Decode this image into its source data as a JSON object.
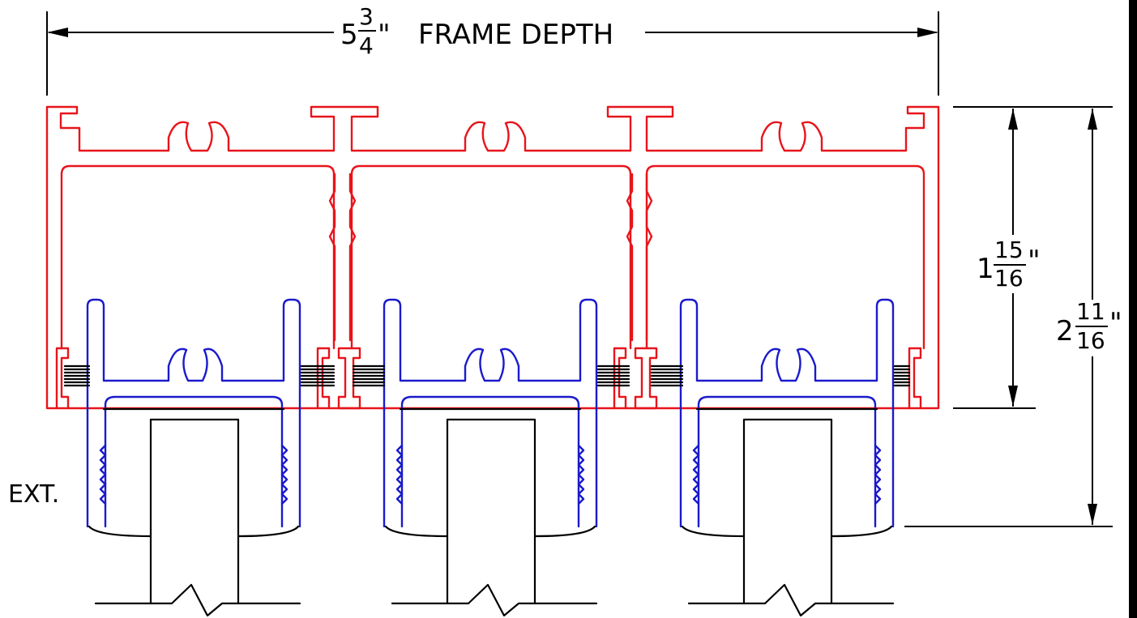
{
  "colors": {
    "frame": "#e8141b",
    "glazing": "#1a1acc",
    "line": "#000000"
  },
  "frame_depth": {
    "whole": "5",
    "num": "3",
    "den": "4",
    "unit": "\"",
    "label": "FRAME DEPTH"
  },
  "dim_inner": {
    "whole": "1",
    "num": "15",
    "den": "16",
    "unit": "\""
  },
  "dim_outer": {
    "whole": "2",
    "num": "11",
    "den": "16",
    "unit": "\""
  },
  "side_label": "EXT.",
  "bay_count": 3
}
